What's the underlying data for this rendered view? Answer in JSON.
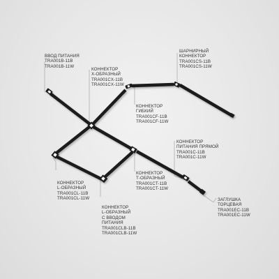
{
  "labels": {
    "power_input": {
      "title": [
        "ВВОД ПИТАНИЯ"
      ],
      "codes": [
        "TRA001B-11B",
        "TRA001B-11W"
      ]
    },
    "x_connector": {
      "title": [
        "КОННЕКТОР",
        "X-ОБРАЗНЫЙ"
      ],
      "codes": [
        "TRA001CX-11B",
        "TRA001CX-11W"
      ]
    },
    "hinged_connector": {
      "title": [
        "ШАРНИРНЫЙ",
        "КОННЕКТОР"
      ],
      "codes": [
        "TRA001CS-11B",
        "TRA001CS-11W"
      ]
    },
    "flexible_connector": {
      "title": [
        "КОННЕКТОР",
        "ГИБКИЙ"
      ],
      "codes": [
        "TRA001CF-11B",
        "TRA001CF-11W"
      ]
    },
    "straight_power_connector": {
      "title": [
        "КОННЕКТОР",
        "ПИТАНИЯ ПРЯМОЙ"
      ],
      "codes": [
        "TRA001C-11B",
        "TRA001C-11W"
      ]
    },
    "l_connector": {
      "title": [
        "КОННЕКТОР",
        "L-ОБРАЗНЫЙ"
      ],
      "codes": [
        "TRA001CL-11B",
        "TRA001CL-11W"
      ]
    },
    "t_connector": {
      "title": [
        "КОННЕКТОР",
        "Т-ОБРАЗНЫЙ"
      ],
      "codes": [
        "TRA001CT-11B",
        "TRA001CT-11W"
      ]
    },
    "l_power_connector": {
      "title": [
        "КОННЕКТОР",
        "L-ОБРАЗНЫЙ",
        "С ВВОДОМ",
        "ПИТАНИЯ"
      ],
      "codes": [
        "TRA001CLB-11B",
        "TRA001CLB-11W"
      ]
    },
    "end_cap": {
      "title": [
        "ЗАГЛУШКА",
        "ТОРЦЕВАЯ"
      ],
      "codes": [
        "TRA001EC-11B",
        "TRA001EC-11W"
      ]
    }
  },
  "colors": {
    "track": "#1a1a1a",
    "connector": "#f5f5f5",
    "leader": "#9a9a9a",
    "text": "#333333"
  }
}
